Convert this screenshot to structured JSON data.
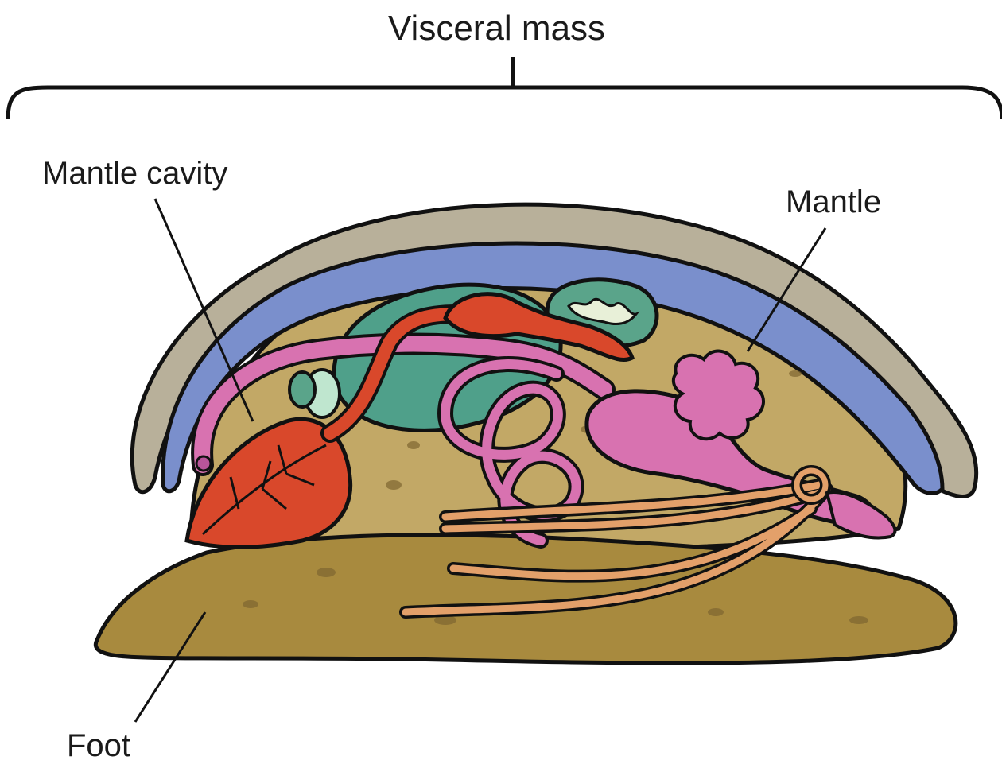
{
  "labels": {
    "visceral_mass": "Visceral mass",
    "mantle_cavity": "Mantle cavity",
    "mantle": "Mantle",
    "foot": "Foot"
  },
  "colors": {
    "shell": "#b8b09a",
    "mantle_band": "#7a8fcc",
    "visceral_body": "#c2a866",
    "foot": "#a88a3e",
    "gut_green": "#4fa08a",
    "gill_green": "#5aa48a",
    "heart_red": "#d9482b",
    "intestine_pink": "#d872b0",
    "nerve_orange": "#e3a06a",
    "outline": "#111111"
  }
}
